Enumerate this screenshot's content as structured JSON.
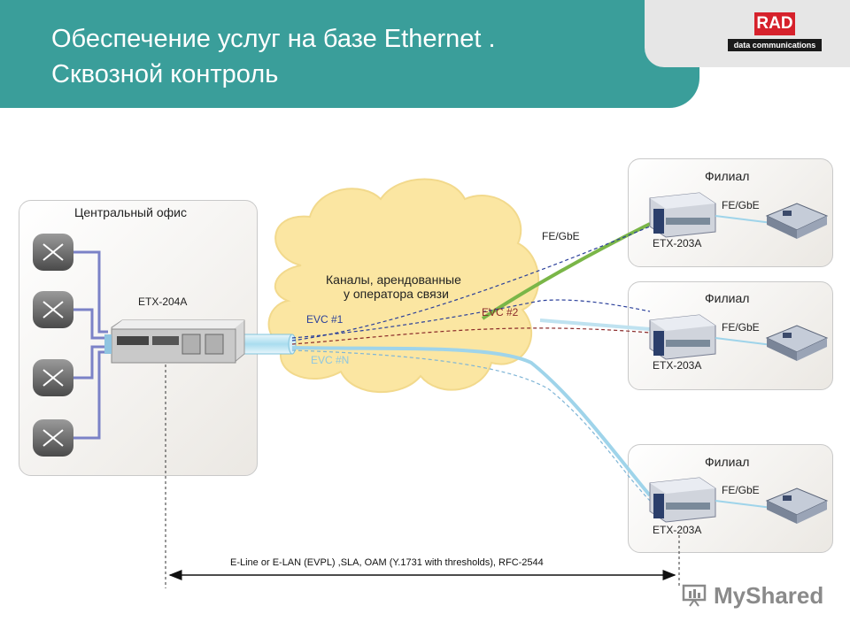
{
  "header": {
    "title_line1": "Обеспечение услуг на базе Ethernet .",
    "title_line2": "Сквозной контроль",
    "logo_text": "RAD",
    "logo_subtext": "data communications"
  },
  "central_office": {
    "label": "Центральный офис",
    "device_label": "ETX-204A"
  },
  "cloud": {
    "line1": "Каналы, арендованные",
    "line2": "у оператора  связи"
  },
  "evc": {
    "evc1": "EVC  #1",
    "evc2": "EVC  #2",
    "evcn": "EVC  #N"
  },
  "link_label": "FE/GbE",
  "branches": [
    {
      "label": "Филиал",
      "link": "FE/GbE",
      "device": "ETX-203A"
    },
    {
      "label": "Филиал",
      "link": "FE/GbE",
      "device": "ETX-203A"
    },
    {
      "label": "Филиал",
      "link": "FE/GbE",
      "device": "ETX-203A"
    }
  ],
  "bottom_text": "E-Line or E-LAN (EVPL) ,SLA, OAM (Y.1731 with thresholds), RFC-2544",
  "watermark": "MyShared",
  "colors": {
    "header": "#3a9e9a",
    "cloud": "#fbe6a2",
    "evc1": "#2a3f9a",
    "evc2": "#8a2a2a",
    "evcn": "#9fd4ea",
    "fe_green": "#7ab648",
    "router_link": "#7b82c7"
  }
}
